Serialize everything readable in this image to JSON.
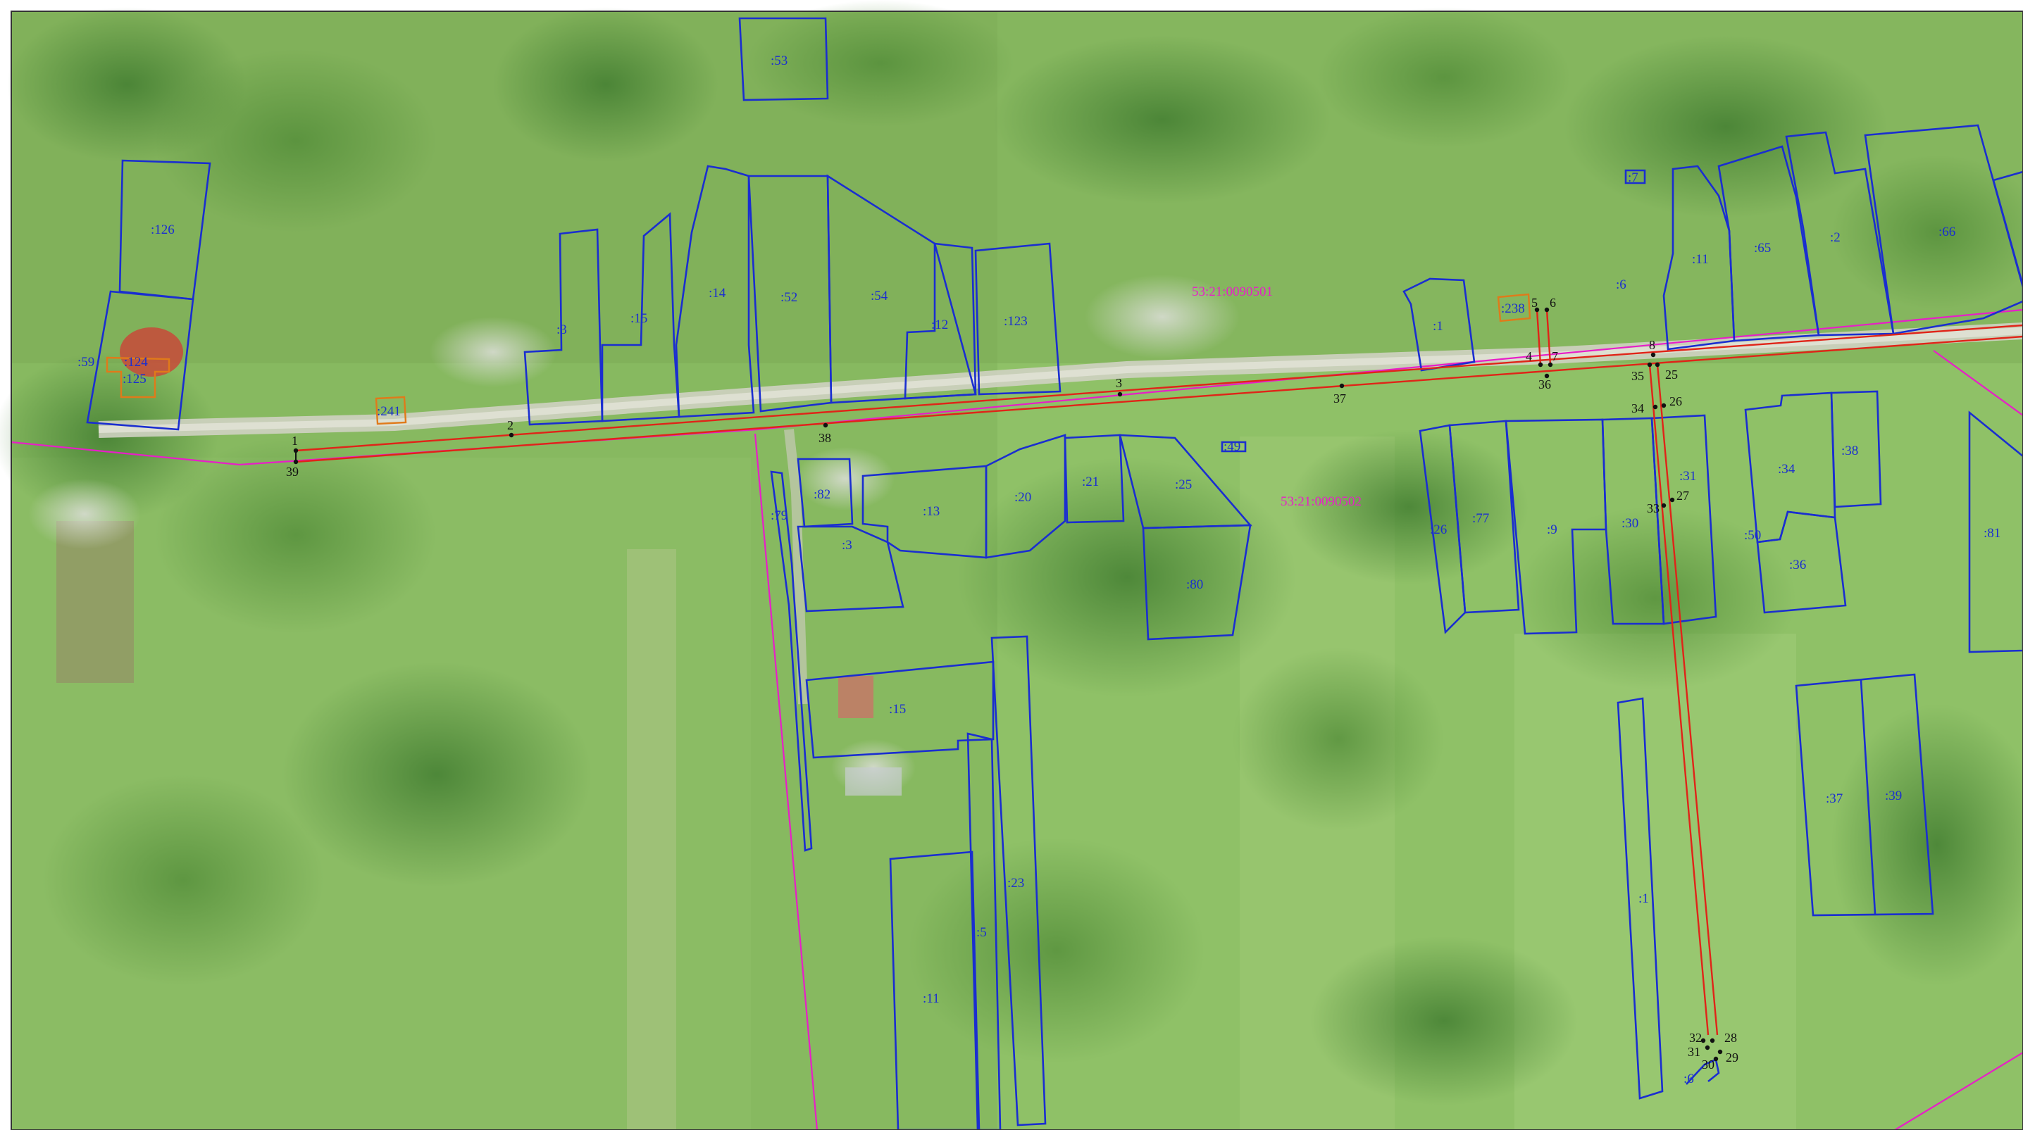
{
  "map": {
    "block_labels": [
      "53:21:0090501",
      "53:21:0090502"
    ],
    "parcel_labels": [
      ":53",
      ":126",
      ":124",
      ":125",
      ":59",
      ":241",
      ":3",
      ":15",
      ":14",
      ":52",
      ":54",
      ":12",
      ":123",
      ":1",
      ":238",
      ":6",
      ":7",
      ":11",
      ":65",
      ":2",
      ":66",
      ":82",
      ":79",
      ":3",
      ":13",
      ":20",
      ":21",
      ":25",
      ":49",
      ":80",
      ":15",
      ":23",
      ":5",
      ":11",
      ":26",
      ":77",
      ":9",
      ":30",
      ":31",
      ":34",
      ":38",
      ":50",
      ":36",
      ":81",
      ":37",
      ":39",
      ":1",
      ":6"
    ],
    "vertex_labels": [
      "1",
      "2",
      "3",
      "4",
      "5",
      "6",
      "7",
      "8",
      "25",
      "26",
      "27",
      "28",
      "29",
      "30",
      "31",
      "32",
      "33",
      "34",
      "35",
      "36",
      "37",
      "38",
      "39"
    ],
    "colors": {
      "parcel_boundary": "#1a2ed0",
      "cadastral_block_boundary": "#e81ec8",
      "designed_object_boundary": "#e02418",
      "other_parcel_boundary": "#e07a1a",
      "vertex_point": "#111111"
    }
  }
}
